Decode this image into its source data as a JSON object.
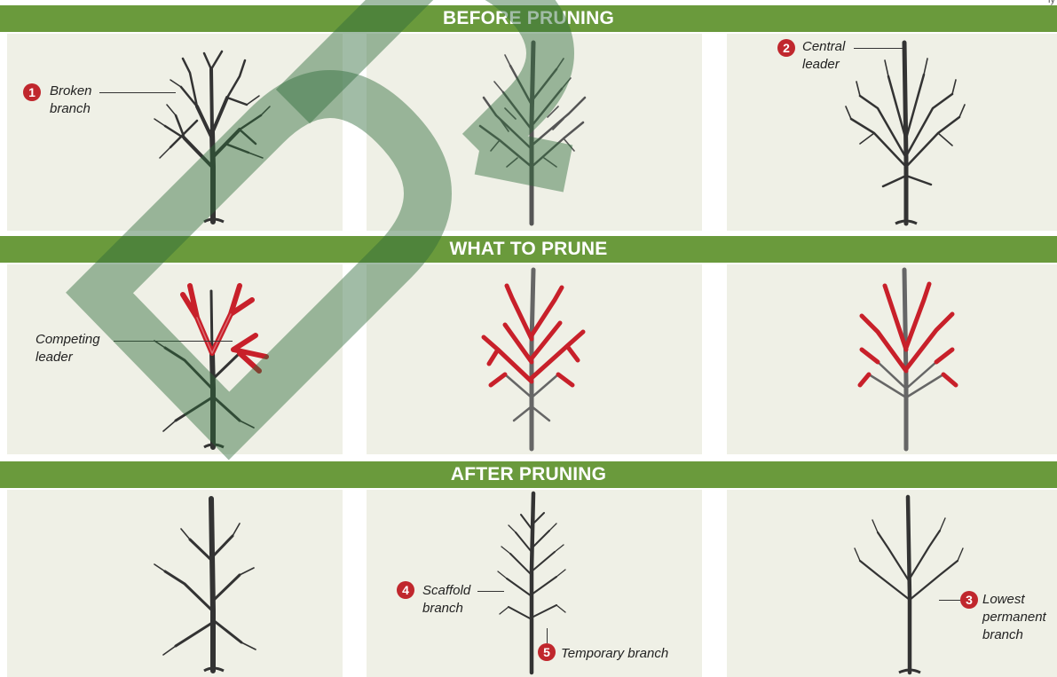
{
  "corner_text": "ly",
  "rows": [
    {
      "title": "BEFORE PRUNING"
    },
    {
      "title": "WHAT TO PRUNE"
    },
    {
      "title": "AFTER PRUNING"
    }
  ],
  "callouts": {
    "broken_branch": {
      "number": "1",
      "line1": "Broken",
      "line2": "branch"
    },
    "central_leader": {
      "number": "2",
      "line1": "Central",
      "line2": "leader"
    },
    "competing_leader": {
      "line1": "Competing",
      "line2": "leader"
    },
    "lowest_permanent": {
      "number": "3",
      "line1": "Lowest",
      "line2": "permanent",
      "line3": "branch"
    },
    "scaffold_branch": {
      "number": "4",
      "line1": "Scaffold",
      "line2": "branch"
    },
    "temporary_branch": {
      "number": "5",
      "line1": "Temporary branch"
    }
  },
  "colors": {
    "band": "#6a9a3c",
    "panel": "#eff0e6",
    "tree_dark": "#333333",
    "tree_gray": "#5a5a5a",
    "prune_red": "#c8202a",
    "marker": "#c0272d",
    "watermark": "#2f6b3a"
  },
  "watermark_text": "DRY"
}
